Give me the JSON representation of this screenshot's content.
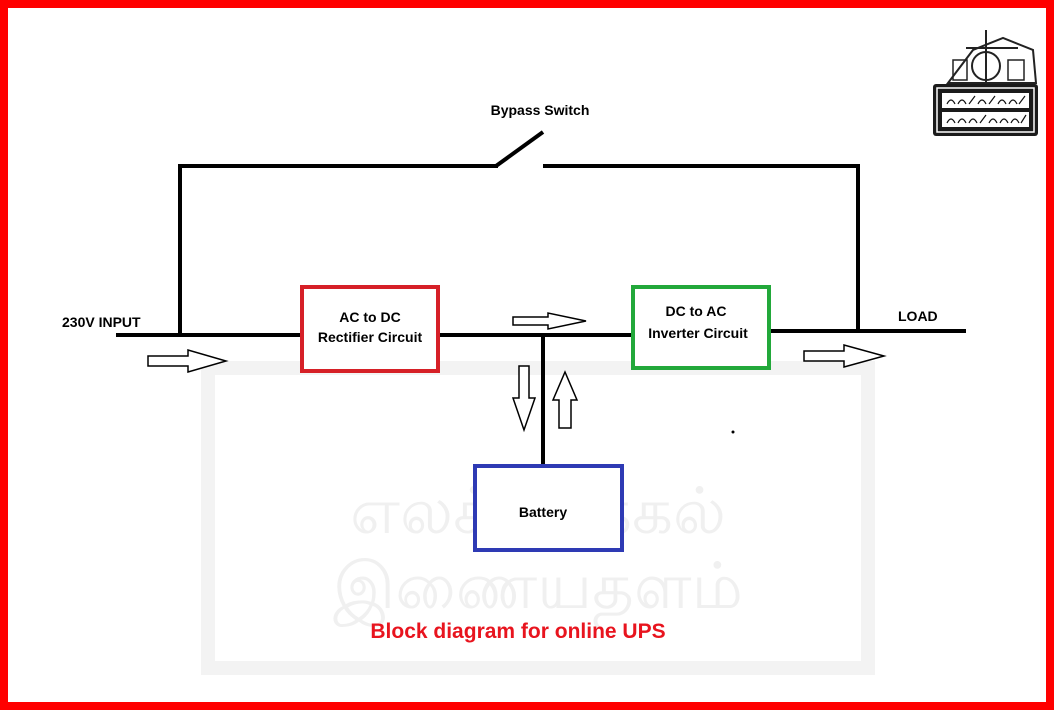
{
  "diagram": {
    "title": "Block diagram for online UPS",
    "input_label": "230V INPUT",
    "load_label": "LOAD",
    "bypass_label": "Bypass Switch",
    "rectifier": {
      "line1": "AC to DC",
      "line2": "Rectifier Circuit"
    },
    "inverter": {
      "line1": "DC to AC",
      "line2": "Inverter Circuit"
    },
    "battery": {
      "label": "Battery"
    }
  },
  "watermark": {
    "line1": "எலக்ட்ரிக்கல்",
    "line2": "இணையதளம்"
  },
  "colors": {
    "border": "#ff0000",
    "title": "#e8141e",
    "rectifier_box": "#d62027",
    "inverter_box": "#22a83a",
    "battery_box": "#2e3ab4",
    "wire": "#000000"
  },
  "icons": [
    "flow-arrow-icon",
    "logo-emblem-icon"
  ]
}
